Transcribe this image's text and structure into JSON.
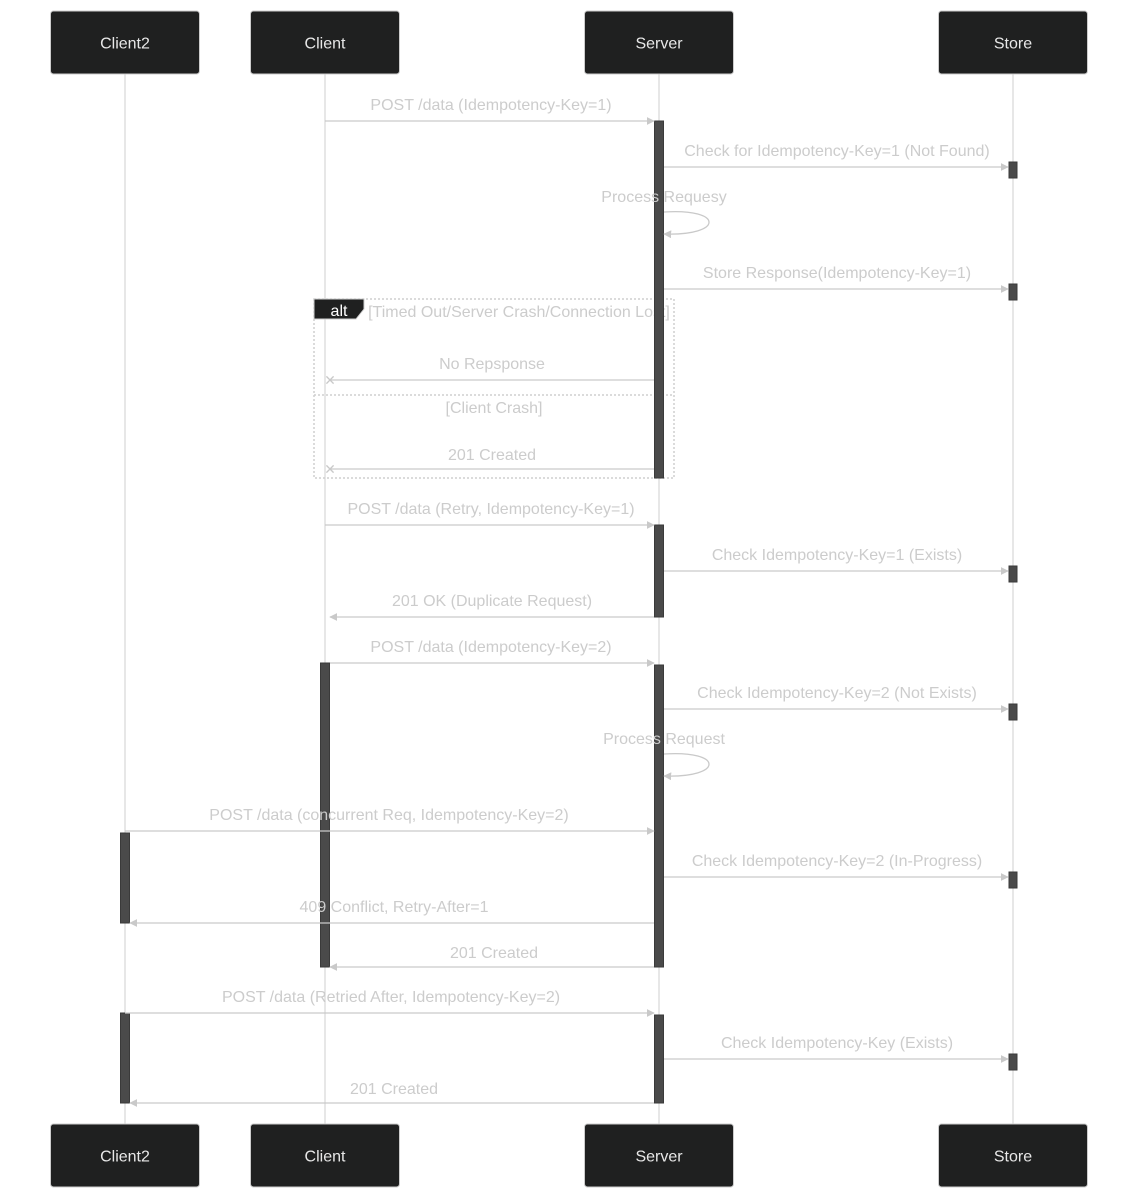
{
  "participants": [
    {
      "id": "client2",
      "label": "Client2"
    },
    {
      "id": "client",
      "label": "Client"
    },
    {
      "id": "server",
      "label": "Server"
    },
    {
      "id": "store",
      "label": "Store"
    }
  ],
  "messages": [
    {
      "text": "POST /data (Idempotency-Key=1)",
      "from": "client",
      "to": "server",
      "head": "filled"
    },
    {
      "text": "Check for Idempotency-Key=1 (Not Found)",
      "from": "server",
      "to": "store",
      "head": "filled"
    },
    {
      "text": "Process Requesy",
      "from": "server",
      "to": "server",
      "head": "filled"
    },
    {
      "text": "Store Response(Idempotency-Key=1)",
      "from": "server",
      "to": "store",
      "head": "filled"
    },
    {
      "text": "No Repsponse",
      "from": "server",
      "to": "client",
      "head": "cross"
    },
    {
      "text": "201 Created",
      "from": "server",
      "to": "client",
      "head": "cross"
    },
    {
      "text": "POST /data (Retry, Idempotency-Key=1)",
      "from": "client",
      "to": "server",
      "head": "filled"
    },
    {
      "text": "Check Idempotency-Key=1 (Exists)",
      "from": "server",
      "to": "store",
      "head": "filled"
    },
    {
      "text": "201 OK (Duplicate Request)",
      "from": "server",
      "to": "client",
      "head": "filled"
    },
    {
      "text": "POST /data (Idempotency-Key=2)",
      "from": "client",
      "to": "server",
      "head": "filled"
    },
    {
      "text": "Check Idempotency-Key=2 (Not Exists)",
      "from": "server",
      "to": "store",
      "head": "filled"
    },
    {
      "text": "Process Request",
      "from": "server",
      "to": "server",
      "head": "filled"
    },
    {
      "text": "POST /data (concurrent Req, Idempotency-Key=2)",
      "from": "client2",
      "to": "server",
      "head": "filled"
    },
    {
      "text": "Check Idempotency-Key=2 (In-Progress)",
      "from": "server",
      "to": "store",
      "head": "filled"
    },
    {
      "text": "409 Conflict, Retry-After=1",
      "from": "server",
      "to": "client2",
      "head": "filled"
    },
    {
      "text": "201 Created",
      "from": "server",
      "to": "client",
      "head": "filled"
    },
    {
      "text": "POST /data (Retried After, Idempotency-Key=2)",
      "from": "client2",
      "to": "server",
      "head": "filled"
    },
    {
      "text": "Check Idempotency-Key (Exists)",
      "from": "server",
      "to": "store",
      "head": "filled"
    },
    {
      "text": "201 Created",
      "from": "server",
      "to": "client2",
      "head": "filled"
    }
  ],
  "alt_block": {
    "keyword": "alt",
    "conditions": [
      "[Timed Out/Server Crash/Connection Lost]",
      "[Client Crash]"
    ]
  },
  "colors": {
    "actor_fill": "#1f2020",
    "line": "#c9c9c9",
    "text": "#cccccc",
    "activation": "#4a4a4a"
  }
}
